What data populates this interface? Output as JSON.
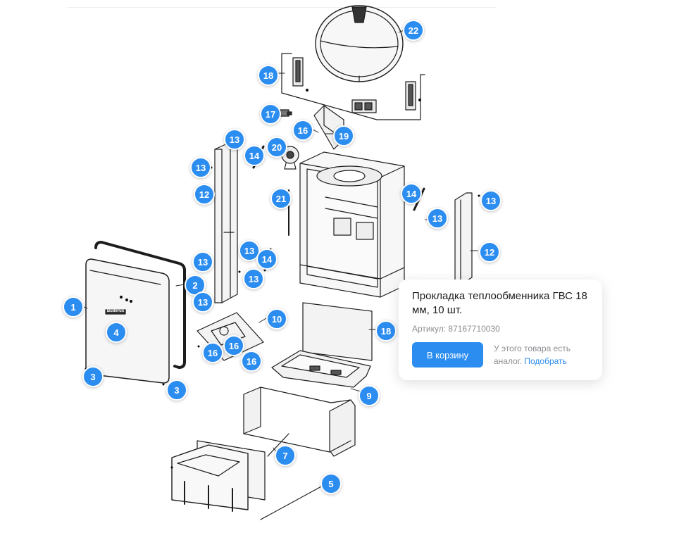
{
  "diagram": {
    "callouts": [
      {
        "id": "c22",
        "label": "22"
      },
      {
        "id": "c18a",
        "label": "18"
      },
      {
        "id": "c17",
        "label": "17"
      },
      {
        "id": "c16a",
        "label": "16"
      },
      {
        "id": "c19",
        "label": "19"
      },
      {
        "id": "c13a",
        "label": "13"
      },
      {
        "id": "c14a",
        "label": "14"
      },
      {
        "id": "c20",
        "label": "20"
      },
      {
        "id": "c13b",
        "label": "13"
      },
      {
        "id": "c12a",
        "label": "12"
      },
      {
        "id": "c21",
        "label": "21"
      },
      {
        "id": "c14b",
        "label": "14"
      },
      {
        "id": "c13c",
        "label": "13"
      },
      {
        "id": "c13d",
        "label": "13"
      },
      {
        "id": "c12b",
        "label": "12"
      },
      {
        "id": "c13e",
        "label": "13"
      },
      {
        "id": "c14c",
        "label": "14"
      },
      {
        "id": "c13f",
        "label": "13"
      },
      {
        "id": "c13g",
        "label": "13"
      },
      {
        "id": "c2",
        "label": "2"
      },
      {
        "id": "c13h",
        "label": "13"
      },
      {
        "id": "c1",
        "label": "1"
      },
      {
        "id": "c10",
        "label": "10"
      },
      {
        "id": "c4",
        "label": "4"
      },
      {
        "id": "c18b",
        "label": "18"
      },
      {
        "id": "c16b",
        "label": "16"
      },
      {
        "id": "c16c",
        "label": "16"
      },
      {
        "id": "c16d",
        "label": "16"
      },
      {
        "id": "c3a",
        "label": "3"
      },
      {
        "id": "c3b",
        "label": "3"
      },
      {
        "id": "c9",
        "label": "9"
      },
      {
        "id": "c7",
        "label": "7"
      },
      {
        "id": "c5",
        "label": "5"
      }
    ],
    "brand_plate_text": "Buderus"
  },
  "popup": {
    "title": "Прокладка теплообменника ГВС 18 мм, 10 шт.",
    "sku": "Артикул: 87167710030",
    "cart_button": "В корзину",
    "analog_text": "У этого товара есть аналог.",
    "analog_link": "Подобрать"
  },
  "colors": {
    "accent": "#2c8df0",
    "line": "#1d1d1d",
    "fill": "#f2f2f2"
  }
}
